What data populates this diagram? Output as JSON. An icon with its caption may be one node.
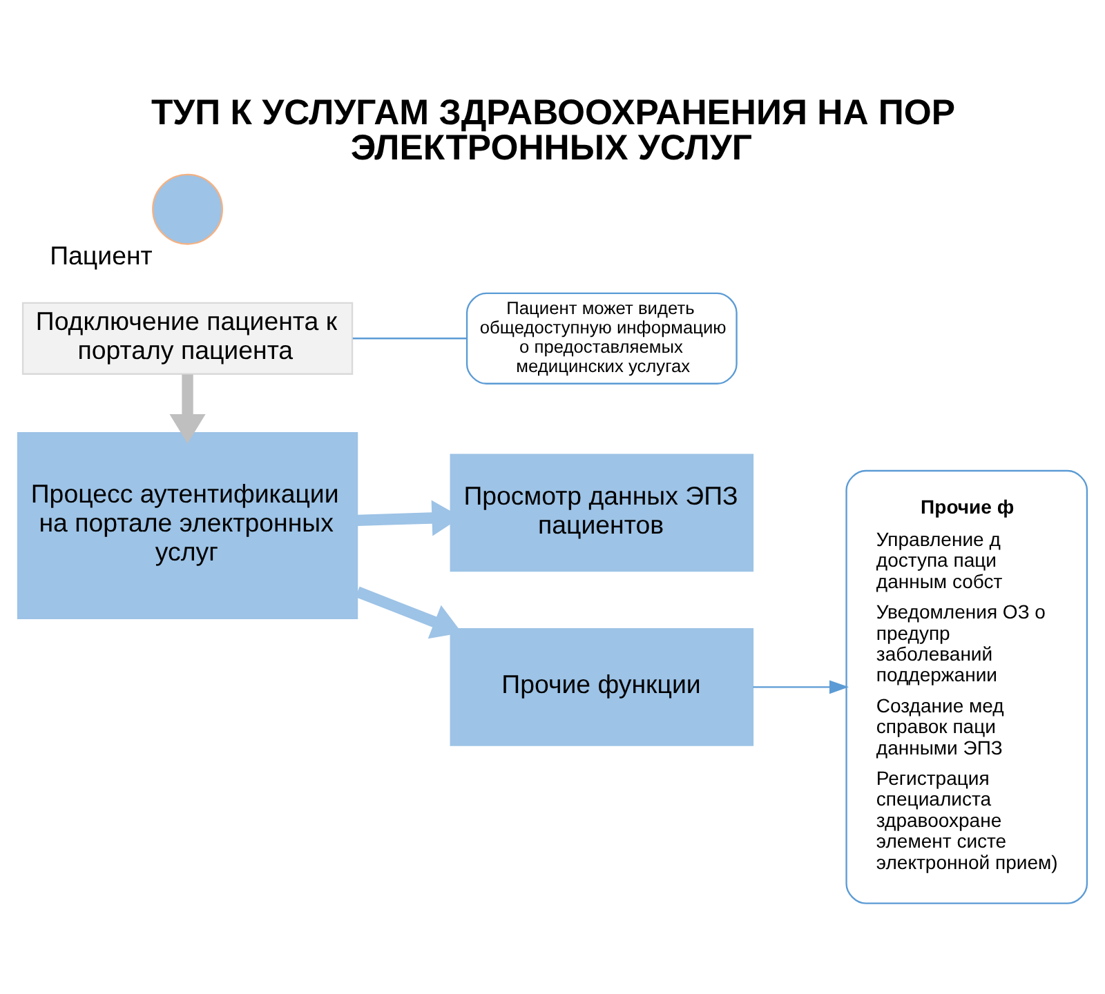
{
  "diagram": {
    "title": "ТУП К УСЛУГАМ ЗДРАВООХРАНЕНИЯ НА ПОР ЭЛЕКТРОННЫХ УСЛУГ",
    "nodes": [
      {
        "text": [],
        "shape": "person",
        "beside": [
          "Пациент"
        ]
      },
      {
        "text": [
          "Подключение пациента к порталу пациента"
        ]
      },
      {
        "text": [
          "Пациент может видеть общедоступную информацию о предоставляемых медицинских услугах"
        ]
      },
      {
        "text": [
          "Процесс аутентификации на портале электронных услуг"
        ]
      },
      {
        "text": [
          "Просмотр данных ЭПЗ пациентов"
        ]
      },
      {
        "text": [
          "Прочие функции"
        ]
      },
      {
        "text": [
          "Прочие ф",
          "Управление д доступа паци данным собст",
          "Уведомления ОЗ о предупр заболеваний поддержании",
          "Создание мед справок паци данными ЭПЗ",
          "Регистрация специалиста здравоохране элемент систе электронной прием)"
        ]
      }
    ],
    "edges": [
      {
        "from": 1,
        "to": 2,
        "arrow": "none",
        "color": "#5b9bd5"
      },
      {
        "from": 1,
        "to": 3,
        "arrow": "to",
        "color": "#bfbfbf"
      },
      {
        "from": 3,
        "to": 4,
        "arrow": "to",
        "color": "#9dc3e6"
      },
      {
        "from": 3,
        "to": 5,
        "arrow": "to",
        "color": "#9dc3e6"
      },
      {
        "from": 5,
        "to": 6,
        "arrow": "to",
        "color": "#5b9bd5"
      }
    ]
  }
}
